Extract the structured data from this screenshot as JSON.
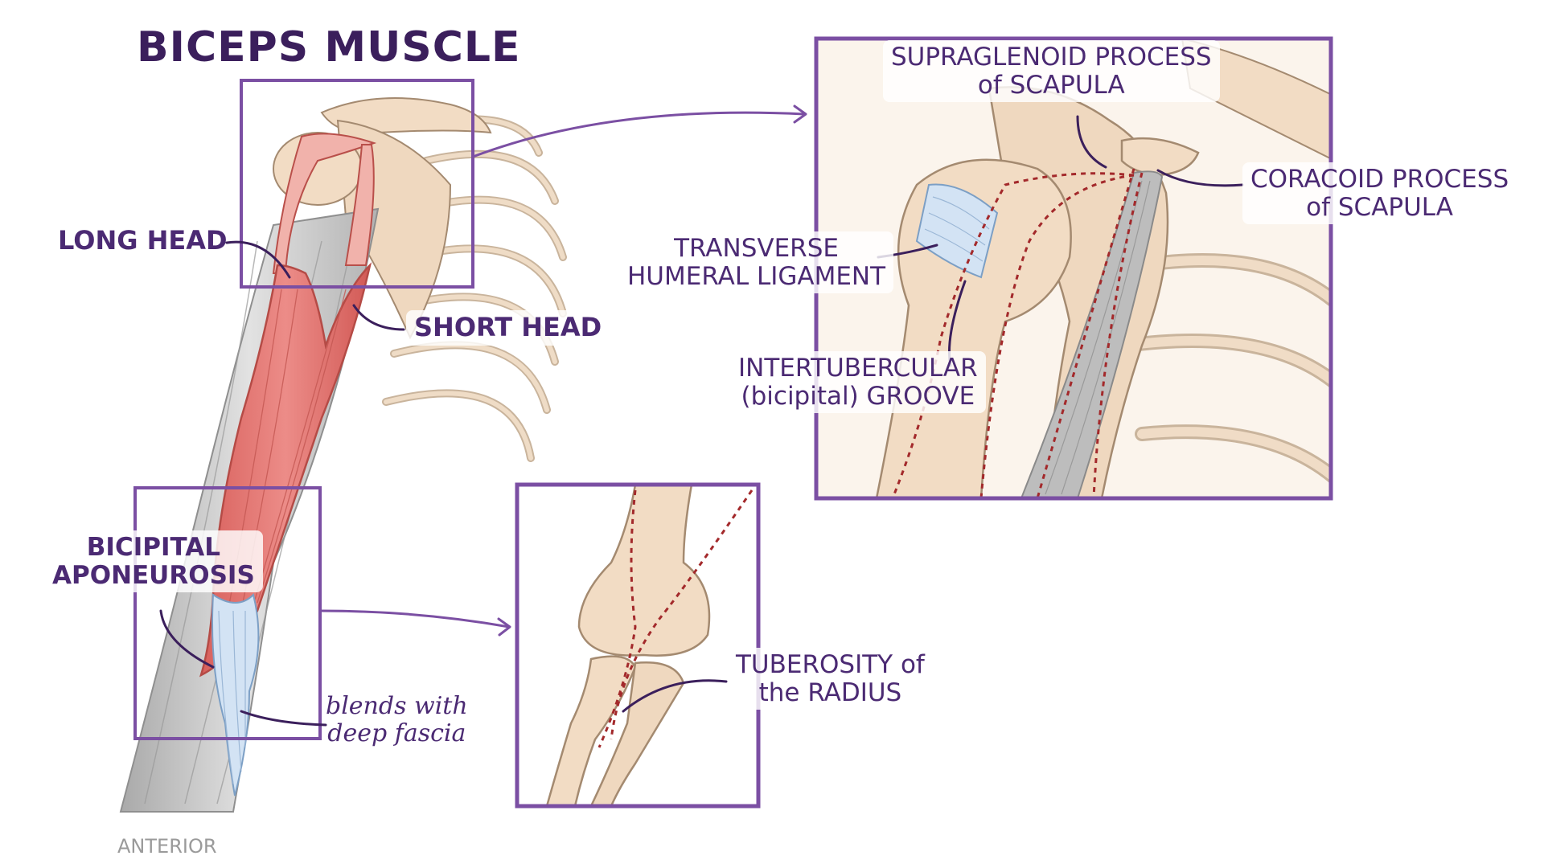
{
  "title": "BICEPS MUSCLE",
  "labels": {
    "long_head": "LONG HEAD",
    "short_head": "SHORT HEAD",
    "bicipital_aponeurosis": [
      "BICIPITAL",
      "APONEUROSIS"
    ],
    "blends_with": [
      "blends with",
      "deep fascia"
    ],
    "anterior": "ANTERIOR",
    "supraglenoid": [
      "SUPRAGLENOID PROCESS",
      "of SCAPULA"
    ],
    "coracoid": [
      "CORACOID PROCESS",
      "of SCAPULA"
    ],
    "transverse": [
      "TRANSVERSE",
      "HUMERAL LIGAMENT"
    ],
    "intertubercular": [
      "INTERTUBERCULAR",
      "(bicipital) GROOVE"
    ],
    "tuberosity": [
      "TUBEROSITY of",
      "the RADIUS"
    ]
  },
  "colors": {
    "frame": "#7b4fa3",
    "label_text": "#4b2a73",
    "muscle": "#e47a78",
    "muscle_dark": "#c9544f",
    "bone": "#f2dcc4",
    "bone_outline": "#a48a70",
    "fascia": "#c9c9c9",
    "ligament": "#d3e3f4",
    "dashed_outline": "#a3292b"
  }
}
